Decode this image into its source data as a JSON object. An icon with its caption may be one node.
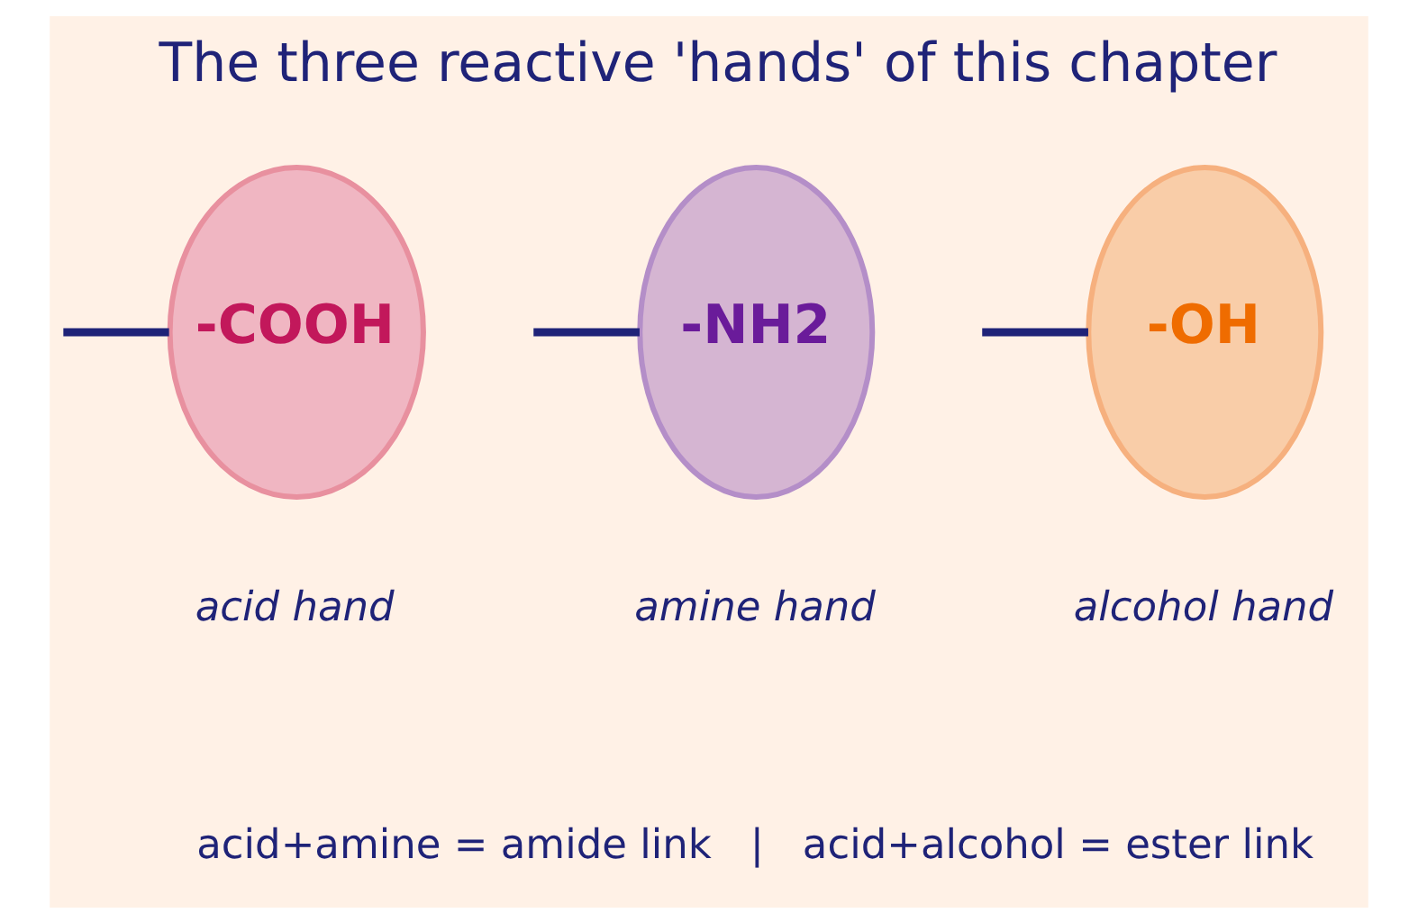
{
  "diagram": {
    "title": "The three reactive 'hands' of this chapter",
    "nodes": [
      {
        "text": [
          "-COOH"
        ],
        "beside": [
          "acid hand"
        ]
      },
      {
        "text": [
          "-NH2"
        ],
        "beside": [
          "amine hand"
        ]
      },
      {
        "text": [
          "-OH"
        ],
        "beside": [
          "alcohol hand"
        ]
      }
    ],
    "edges": [
      {
        "from": null,
        "to": 0,
        "arrow": "none"
      },
      {
        "from": null,
        "to": 1,
        "arrow": "none"
      },
      {
        "from": null,
        "to": 2,
        "arrow": "none"
      }
    ],
    "labels": [
      "acid+amine = amide link   |   acid+alcohol = ester link"
    ]
  }
}
